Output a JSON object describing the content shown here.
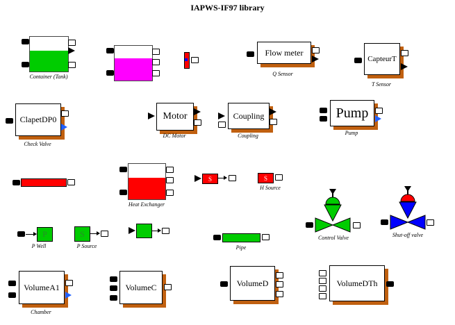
{
  "title": "IAPWS-IF97 library",
  "colors": {
    "shadow": "#c06010",
    "green": "#00cc00",
    "magenta": "#ff00ff",
    "red": "#ff0000",
    "blue": "#0000ff"
  },
  "blocks": {
    "flow_meter": "Flow meter",
    "capteur_t": "CapteurT",
    "clapet": "ClapetDP0",
    "motor": "Motor",
    "coupling": "Coupling",
    "pump": "Pump",
    "volume_a1": "VolumeA1",
    "volume_c": "VolumeC",
    "volume_d": "VolumeD",
    "volume_dth": "VolumeDTh",
    "p_well": "P",
    "p_source": "S",
    "s_source": "S",
    "h_source": "S"
  },
  "labels": {
    "container": "Container (Tank)",
    "q_sensor": "Q Sensor",
    "t_sensor": "T Sensor",
    "check_valve": "Check Valve",
    "dc_motor": "DC Motor",
    "coupling": "Coupling",
    "pump": "Pump",
    "heat_exchanger": "Heat Exchanger",
    "h_source": "H Source",
    "p_well": "P Well",
    "p_source": "P Source",
    "pipe": "Pipe",
    "control_valve": "Control Valve",
    "shutoff_valve": "Shut-off valve",
    "chamber": "Chamber"
  }
}
